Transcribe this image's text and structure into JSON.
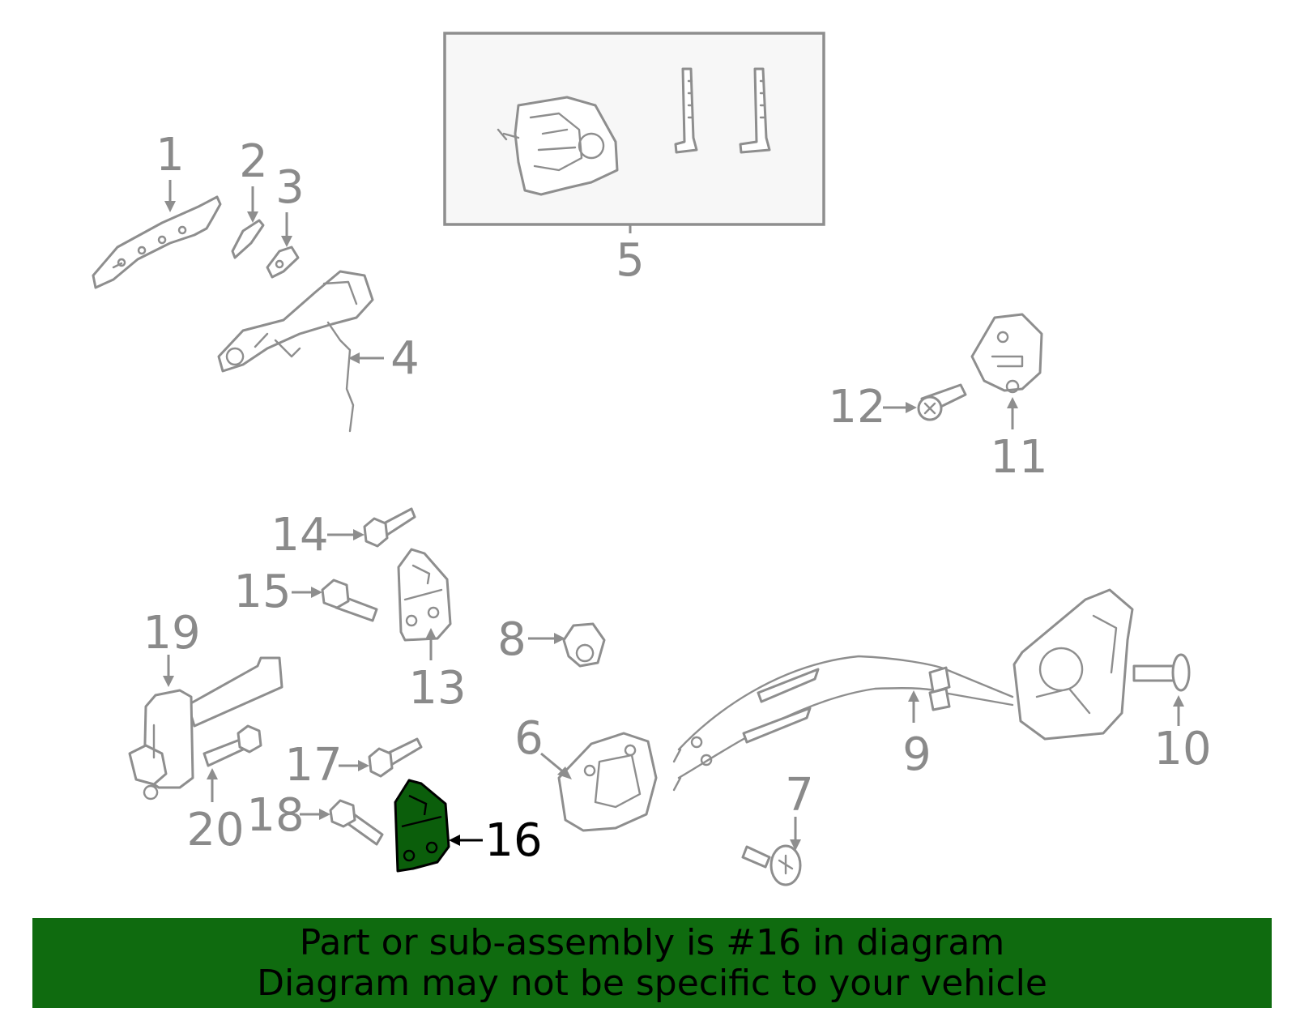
{
  "callouts": {
    "c1": "1",
    "c2": "2",
    "c3": "3",
    "c4": "4",
    "c5": "5",
    "c6": "6",
    "c7": "7",
    "c8": "8",
    "c9": "9",
    "c10": "10",
    "c11": "11",
    "c12": "12",
    "c13": "13",
    "c14": "14",
    "c15": "15",
    "c16": "16",
    "c17": "17",
    "c18": "18",
    "c19": "19",
    "c20": "20"
  },
  "highlighted_part": "16",
  "colors": {
    "highlight_fill": "#0b5e0b",
    "banner_background": "#0f6b0f",
    "part_line": "#8e8e8e",
    "inset_background": "#f7f7f7"
  },
  "banner": {
    "line1": "Part or sub-assembly is #16 in diagram",
    "line2": "Diagram may not be specific to your vehicle"
  }
}
